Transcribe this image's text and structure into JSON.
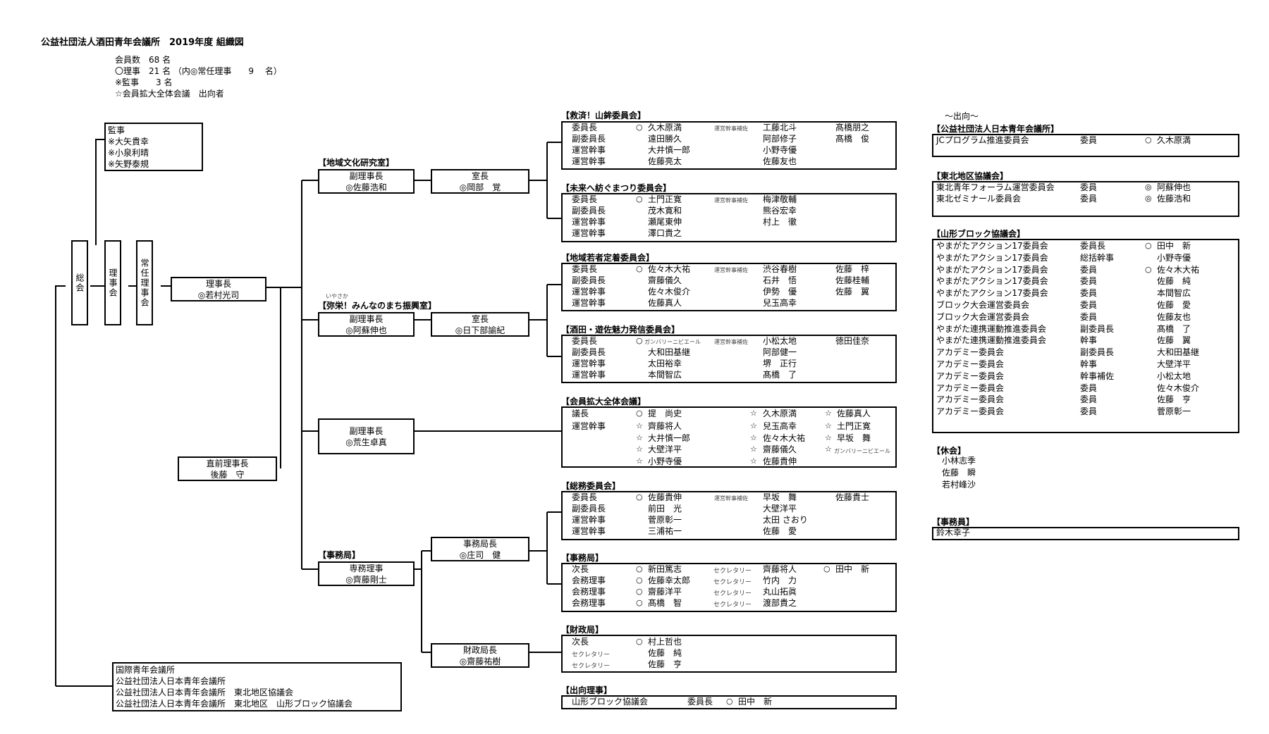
{
  "title": "公益社団法人酒田青年会議所　2019年度 組織図",
  "stats": [
    "会員数　68 名",
    "〇理事　21 名 （内◎常任理事　　9　 名）",
    "※監事　　3 名",
    "☆会員拡大全体会議　出向者"
  ],
  "left": {
    "auditors": [
      "監事",
      "※大矢貴幸",
      "※小泉利晴",
      "※矢野泰規"
    ],
    "general": "総会",
    "board": "理事会",
    "standing": "常任理事会",
    "president": [
      "理事長",
      "◎若村光司"
    ],
    "past": [
      "直前理事長",
      "後藤　守"
    ],
    "external": [
      "国際青年会議所",
      "公益社団法人日本青年会議所",
      "公益社団法人日本青年会議所　東北地区協議会",
      "公益社団法人日本青年会議所　東北地区　山形ブロック協議会"
    ]
  },
  "mid": {
    "lab1": {
      "header": "【地域文化研究室】",
      "vp": [
        "副理事長",
        "◎佐藤浩和"
      ],
      "chief": [
        "室長",
        "◎岡部　覚"
      ]
    },
    "lab2": {
      "ruby": "いやさか",
      "header": "【弥栄！みんなのまち振興室】",
      "vp": [
        "副理事長",
        "◎阿蘇伸也"
      ],
      "chief": [
        "室長",
        "◎日下部諭紀"
      ]
    },
    "vp3": [
      "副理事長",
      "◎荒生卓真"
    ],
    "office": {
      "header": "【事務局】",
      "exec": [
        "専務理事",
        "◎齊藤剛士"
      ],
      "chief": [
        "事務局長",
        "◎庄司　健"
      ],
      "finance": [
        "財政局長",
        "◎齋藤祐樹"
      ]
    }
  },
  "committees": {
    "c1": {
      "header": "【救済！山鉾委員会】",
      "roles": [
        "委員長",
        "副委員長",
        "運営幹事",
        "運営幹事"
      ],
      "names": [
        "久木原満",
        "遠田勝久",
        "大井慎一郎",
        "佐藤亮太"
      ],
      "assist": "運営幹事補佐",
      "col3": [
        "工藤北斗",
        "阿部修子",
        "小野寺優",
        "佐藤友也"
      ],
      "col4": [
        "髙橋朋之",
        "髙橋　俊"
      ]
    },
    "c2": {
      "header": "【未来へ紡ぐまつり委員会】",
      "roles": [
        "委員長",
        "副委員長",
        "運営幹事",
        "運営幹事"
      ],
      "names": [
        "土門正寛",
        "茂木寛和",
        "瀬尾東伸",
        "澤口貴之"
      ],
      "assist": "運営幹事補佐",
      "col3": [
        "梅津敬輔",
        "熊谷宏幸",
        "村上　徹"
      ]
    },
    "c3": {
      "header": "【地域若者定着委員会】",
      "roles": [
        "委員長",
        "副委員長",
        "運営幹事",
        "運営幹事"
      ],
      "names": [
        "佐々木大祐",
        "齋藤儀久",
        "佐々木俊介",
        "佐藤真人"
      ],
      "assist": "運営幹事補佐",
      "col3": [
        "渋谷春樹",
        "石井　悟",
        "伊勢　優",
        "兒玉高幸"
      ],
      "col4": [
        "佐藤　梓",
        "佐藤桂輔",
        "佐藤　翼"
      ]
    },
    "c4": {
      "header": "【酒田・遊佐魅力発信委員会】",
      "roles": [
        "委員長",
        "副委員長",
        "運営幹事",
        "運営幹事"
      ],
      "names": [
        "大和田基継",
        "太田裕幸",
        "本間智広"
      ],
      "gambari": "ガンバリーニビエール",
      "assist": "運営幹事補佐",
      "col3": [
        "小松太地",
        "阿部健一",
        "堺　正行",
        "髙橋　了"
      ],
      "col4": [
        "徳田佳奈"
      ]
    },
    "c5": {
      "header": "【会員拡大全体会議】",
      "roles": [
        "議長",
        "運営幹事"
      ],
      "col2": [
        "提　尚史",
        "齊藤将人",
        "大井慎一郎",
        "大壁洋平",
        "小野寺優"
      ],
      "col3": [
        "久木原満",
        "兒玉高幸",
        "佐々木大祐",
        "齋藤儀久",
        "佐藤貴伸"
      ],
      "col4": [
        "佐藤真人",
        "土門正寛",
        "早坂　舞"
      ],
      "gambari": "ガンバリーニビエール"
    },
    "c6": {
      "header": "【総務委員会】",
      "roles": [
        "委員長",
        "副委員長",
        "運営幹事",
        "運営幹事"
      ],
      "names": [
        "佐藤貴伸",
        "前田　光",
        "菅原彰一",
        "三浦祐一"
      ],
      "assist": "運営幹事補佐",
      "col3": [
        "早坂　舞",
        "大壁洋平",
        "太田 さおり",
        "佐藤　愛"
      ],
      "col4": [
        "佐藤貴士"
      ]
    },
    "c7": {
      "header": "【事務局】",
      "roles": [
        "次長",
        "会務理事",
        "会務理事",
        "会務理事"
      ],
      "names": [
        "新田篤志",
        "佐藤幸太郎",
        "齋藤洋平",
        "髙橋　智"
      ],
      "sec": "セクレタリー",
      "col3": [
        "齊藤将人",
        "竹内　力",
        "丸山拓眞",
        "渡部貴之"
      ],
      "col4": "田中　新"
    },
    "c8": {
      "header": "【財政局】",
      "roles": [
        "次長",
        "セクレタリー",
        "セクレタリー"
      ],
      "names": [
        "村上哲也",
        "佐藤　純",
        "佐藤　亨"
      ]
    },
    "c9": {
      "header": "【出向理事】",
      "line": [
        "山形ブロック協議会",
        "委員長",
        "田中　新"
      ]
    }
  },
  "right": {
    "title": "～出向～",
    "jc": {
      "header": "【公益社団法人日本青年会議所】",
      "rows": [
        [
          "JCプログラム推進委員会",
          "委員",
          "○",
          "久木原満"
        ]
      ]
    },
    "tohoku": {
      "header": "【東北地区協議会】",
      "rows": [
        [
          "東北青年フォーラム運営委員会",
          "委員",
          "◎",
          "阿蘇伸也"
        ],
        [
          "東北ゼミナール委員会",
          "委員",
          "◎",
          "佐藤浩和"
        ]
      ]
    },
    "yamagata": {
      "header": "【山形ブロック協議会】",
      "rows": [
        [
          "やまがたアクション17委員会",
          "委員長",
          "○",
          "田中　新"
        ],
        [
          "やまがたアクション17委員会",
          "総括幹事",
          "",
          "小野寺優"
        ],
        [
          "やまがたアクション17委員会",
          "委員",
          "○",
          "佐々木大祐"
        ],
        [
          "やまがたアクション17委員会",
          "委員",
          "",
          "佐藤　純"
        ],
        [
          "やまがたアクション17委員会",
          "委員",
          "",
          "本間智広"
        ],
        [
          "ブロック大会運営委員会",
          "委員",
          "",
          "佐藤　愛"
        ],
        [
          "ブロック大会運営委員会",
          "委員",
          "",
          "佐藤友也"
        ],
        [
          "やまがた連携運動推進委員会",
          "副委員長",
          "",
          "髙橋　了"
        ],
        [
          "やまがた連携運動推進委員会",
          "幹事",
          "",
          "佐藤　翼"
        ],
        [
          "アカデミー委員会",
          "副委員長",
          "",
          "大和田基継"
        ],
        [
          "アカデミー委員会",
          "幹事",
          "",
          "大壁洋平"
        ],
        [
          "アカデミー委員会",
          "幹事補佐",
          "",
          "小松太地"
        ],
        [
          "アカデミー委員会",
          "委員",
          "",
          "佐々木俊介"
        ],
        [
          "アカデミー委員会",
          "委員",
          "",
          "佐藤　亨"
        ],
        [
          "アカデミー委員会",
          "委員",
          "",
          "菅原彰一"
        ]
      ]
    },
    "leave": {
      "header": "【休会】",
      "names": [
        "小林志季",
        "佐藤　瞬",
        "若村峰沙"
      ]
    },
    "clerk": {
      "header": "【事務員】",
      "names": [
        "鈴木幸子"
      ]
    }
  }
}
